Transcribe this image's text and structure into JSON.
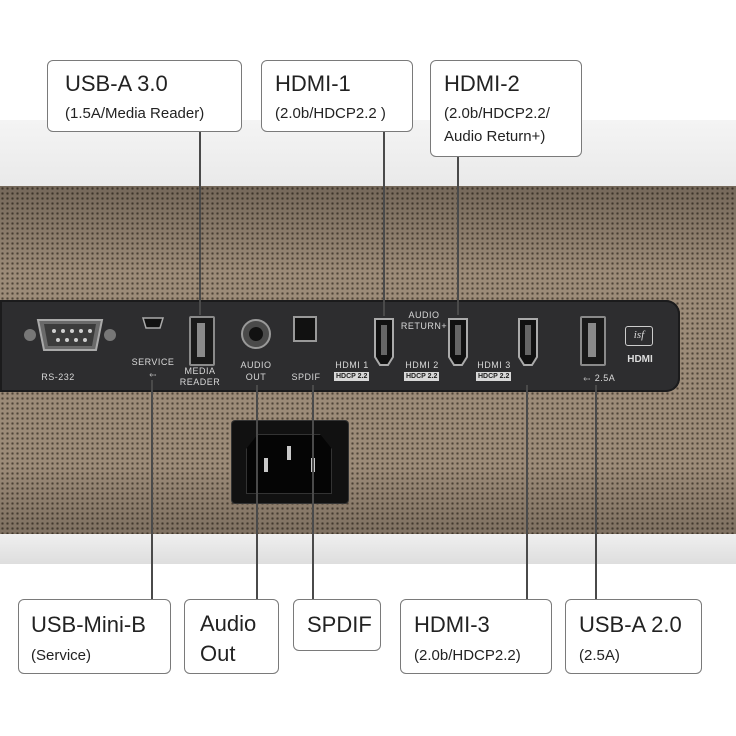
{
  "callouts": {
    "usb_a_3": {
      "title": "USB-A 3.0",
      "subtitle": "(1.5A/Media Reader)"
    },
    "hdmi_1": {
      "title": "HDMI-1",
      "subtitle": "(2.0b/HDCP2.2 )"
    },
    "hdmi_2": {
      "title": "HDMI-2",
      "subtitle_1": "(2.0b/HDCP2.2/",
      "subtitle_2": "Audio Return+)"
    },
    "usb_mini_b": {
      "title": "USB-Mini-B",
      "subtitle": "(Service)"
    },
    "audio_out": {
      "title_1": "Audio",
      "title_2": "Out"
    },
    "spdif": {
      "title": "SPDIF"
    },
    "hdmi_3": {
      "title": "HDMI-3",
      "subtitle": "(2.0b/HDCP2.2)"
    },
    "usb_a_2": {
      "title": "USB-A 2.0",
      "subtitle": "(2.5A)"
    }
  },
  "panel_labels": {
    "rs232": "RS-232",
    "service": "SERVICE",
    "media_reader_1": "MEDIA",
    "media_reader_2": "READER",
    "audio_out_1": "AUDIO",
    "audio_out_2": "OUT",
    "spdif": "SPDIF",
    "audio_return_1": "AUDIO",
    "audio_return_2": "RETURN+",
    "hdmi1": "HDMI 1",
    "hdmi2": "HDMI 2",
    "hdmi3": "HDMI 3",
    "hdcp": "HDCP 2.2",
    "usb_current": "2.5A",
    "isf": "isf",
    "hdmi_logo": "HDMI"
  }
}
